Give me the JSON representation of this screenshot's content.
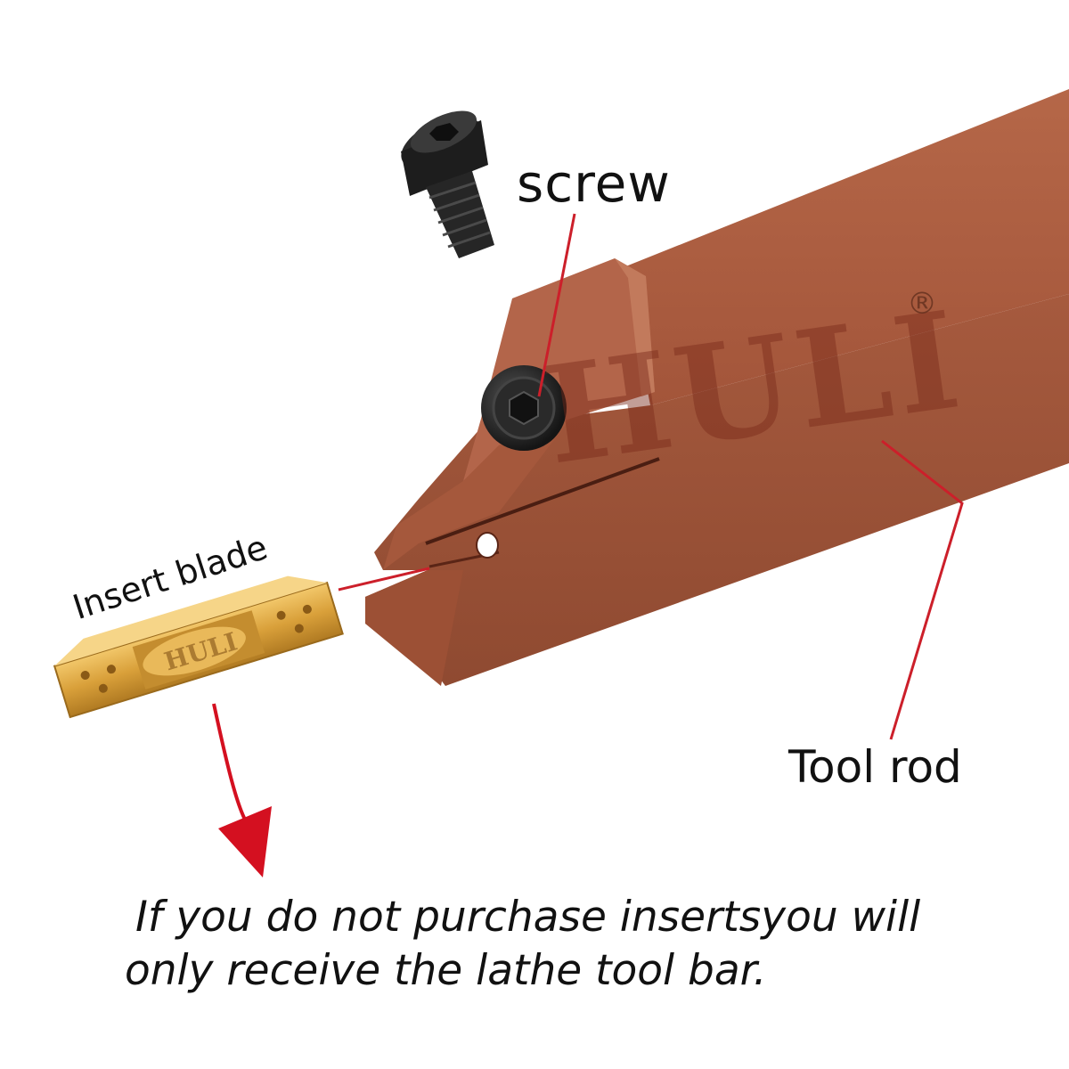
{
  "labels": {
    "screw": "screw",
    "insert_blade": "Insert blade",
    "tool_rod": "Tool rod"
  },
  "notice": {
    "line1": "If you do not purchase insertsyou will",
    "line2": "only receive the lathe tool bar."
  },
  "brand": {
    "name": "HULI",
    "registered": "®"
  },
  "colors": {
    "tool_body": "#a95a3d",
    "tool_body_dark": "#8f4730",
    "tool_body_light": "#b86a4c",
    "insert_gold": "#d9a43f",
    "leader_red": "#cc1f2a",
    "arrow_red": "#d41020",
    "screw_black": "#222222"
  }
}
